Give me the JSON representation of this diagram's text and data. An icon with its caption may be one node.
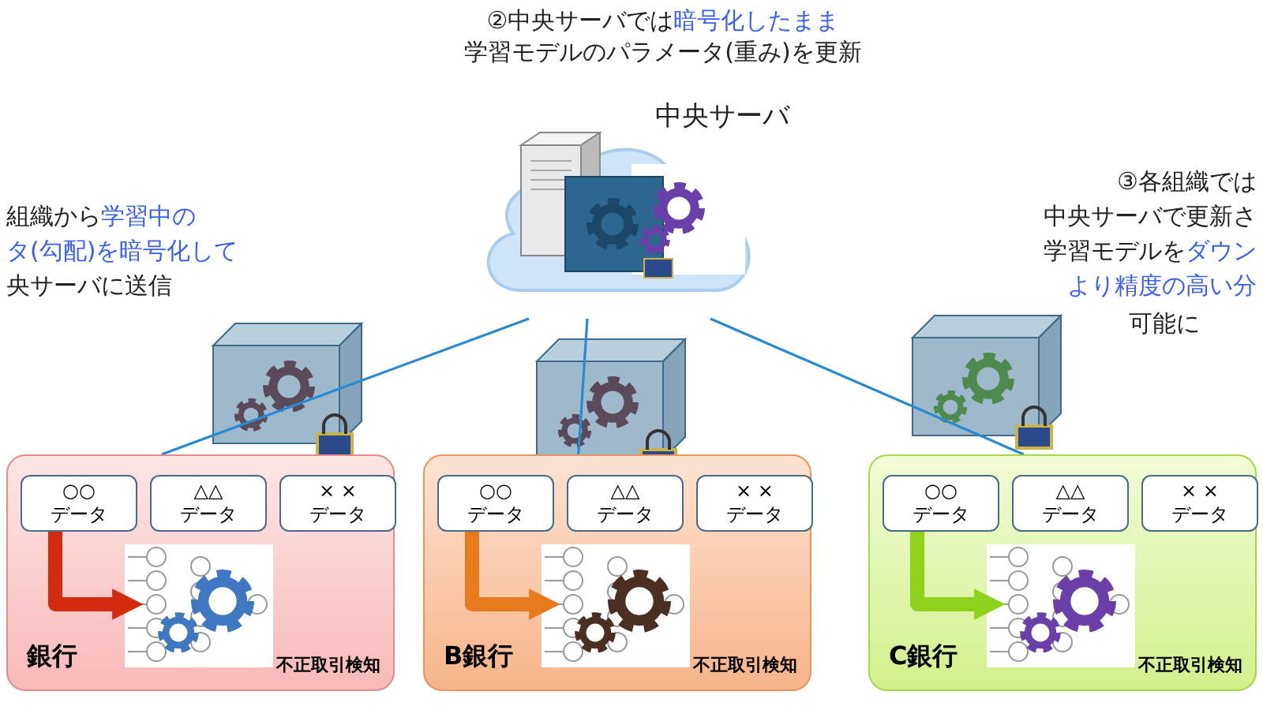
{
  "diagram": {
    "nodes": [
      {
        "text": [
          "中央サーバ"
        ]
      },
      {
        "text": [
          "銀行",
          "不正取引検知"
        ]
      },
      {
        "text": [
          "○○",
          "データ"
        ],
        "in": 1
      },
      {
        "text": [
          "△△",
          "データ"
        ],
        "in": 1
      },
      {
        "text": [
          "× ×",
          "データ"
        ],
        "in": 1
      },
      {
        "text": [],
        "shape": "picture",
        "in": 1
      },
      {
        "text": [
          "B銀行",
          "不正取引検知"
        ]
      },
      {
        "text": [
          "○○",
          "データ"
        ],
        "in": 6
      },
      {
        "text": [
          "△△",
          "データ"
        ],
        "in": 6
      },
      {
        "text": [
          "× ×",
          "データ"
        ],
        "in": 6
      },
      {
        "text": [],
        "shape": "picture",
        "in": 6
      },
      {
        "text": [
          "C銀行",
          "不正取引検知"
        ]
      },
      {
        "text": [
          "○○",
          "データ"
        ],
        "in": 11
      },
      {
        "text": [
          "△△",
          "データ"
        ],
        "in": 11
      },
      {
        "text": [
          "× ×",
          "データ"
        ],
        "in": 11
      },
      {
        "text": [],
        "shape": "picture",
        "in": 11
      }
    ],
    "edges": [
      {
        "from": 0,
        "to": 1,
        "arrow": "none"
      },
      {
        "from": 0,
        "to": 6,
        "arrow": "none"
      },
      {
        "from": 0,
        "to": 11,
        "arrow": "none"
      },
      {
        "from": 2,
        "to": 5,
        "arrow": "to",
        "style": "thick",
        "color": "#d42a10"
      },
      {
        "from": 7,
        "to": 10,
        "arrow": "to",
        "style": "thick",
        "color": "#e87a1e"
      },
      {
        "from": 12,
        "to": 15,
        "arrow": "to",
        "style": "thick",
        "color": "#8ed21c"
      }
    ],
    "labels": [
      "②中央サーバでは**暗号化したまま**",
      "学習モデルのパラメータ(重み)を更新",
      "組織から**学習中の**",
      "**タ(勾配)を暗号化して**",
      "央サーバに送信",
      "③各組織では",
      "中央サーバで更新さ",
      "学習モデルを**ダウン**",
      "**より精度の高い分**",
      "可能に"
    ]
  }
}
